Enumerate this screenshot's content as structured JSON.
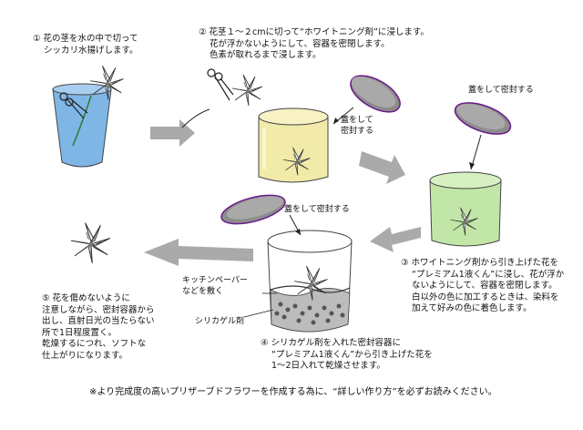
{
  "steps": {
    "step1": [
      "① 花の茎を水の中で切って",
      "シッカリ水揚げします。"
    ],
    "step2": [
      "② 花茎１～２cmに切って“ホワイトニング剤”に浸します。",
      "花が浮かないようにして、容器を密閉します。",
      "色素が取れるまで浸します。"
    ],
    "step3": [
      "③ ホワイトニング剤から引き上げた花を",
      "“プレミアム1液くん”に浸し、花が浮か",
      "ないようにして、容器を密閉します。",
      "白以外の色に加工するときは、染料を",
      "加えて好みの色に着色します。"
    ],
    "step4": [
      "④ シリカゲル剤を入れた密封容器に",
      "“プレミアム1液くん”から引き上げた花を",
      "1～2日入れて乾燥させます。"
    ],
    "step5": [
      "⑤ 花を傷めないように",
      "注意しながら、密封容器から",
      "出し、直射日光の当たらない",
      "所で1日程度置く。",
      "乾燥するにつれ、ソフトな",
      "仕上がりになります。"
    ]
  },
  "labels": {
    "lid_a": "蓋をして密封する",
    "lid_b": [
      "蓋をして",
      "密封する"
    ],
    "lid_c": "蓋をして密封する",
    "paper": [
      "キッチンペーパー",
      "などを敷く"
    ],
    "silica": "シリカゲル剤"
  },
  "footer": "※より完成度の高いプリザーブドフラワーを作成する為に、“詳しい作り方”を必ずお読みください。"
}
